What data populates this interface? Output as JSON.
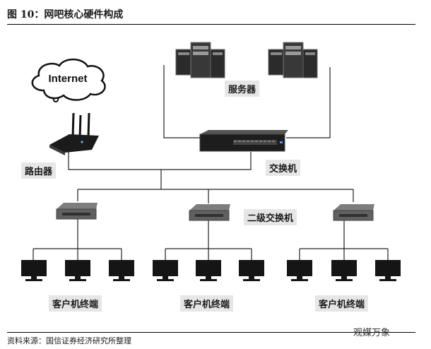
{
  "figure": {
    "title": "图 10：网吧核心硬件构成",
    "source": "资料来源：国信证券经济研究所整理",
    "watermark": "观媒万象"
  },
  "cloud": {
    "text": "Internet"
  },
  "labels": {
    "server": "服务器",
    "router": "路由器",
    "core_switch": "交换机",
    "second_switch": "二级交换机",
    "client_left": "客户机终端",
    "client_mid": "客户机终端",
    "client_right": "客户机终端"
  }
}
